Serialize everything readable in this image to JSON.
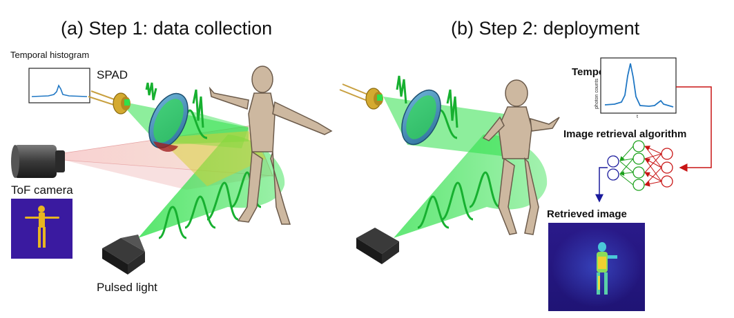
{
  "panel_a": {
    "title": "(a) Step 1: data collection",
    "temporal_histogram_label": "Temporal histogram",
    "spad_label": "SPAD",
    "tof_camera_label": "ToF camera",
    "pulsed_light_label": "Pulsed light"
  },
  "panel_b": {
    "title": "(b) Step 2: deployment",
    "temporal_histogram_label": "Temporal histogram",
    "y_axis_label": "photon counts",
    "x_axis_label": "t",
    "algorithm_label": "Image retrieval algorithm",
    "retrieved_image_label": "Retrieved image"
  },
  "colors": {
    "beam_green": "#2fe04a",
    "laser_pink": "#f5c7c7",
    "histogram_line": "#1f77c4",
    "network_output": "#1a1a9c",
    "network_hidden": "#1aa01a",
    "network_input": "#c81414",
    "arrow_red": "#c81414",
    "arrow_blue": "#1a1a9c",
    "tof_background": "#3a1aa0",
    "figure_yellow": "#e8b520",
    "mannequin": "#cdb8a0"
  }
}
